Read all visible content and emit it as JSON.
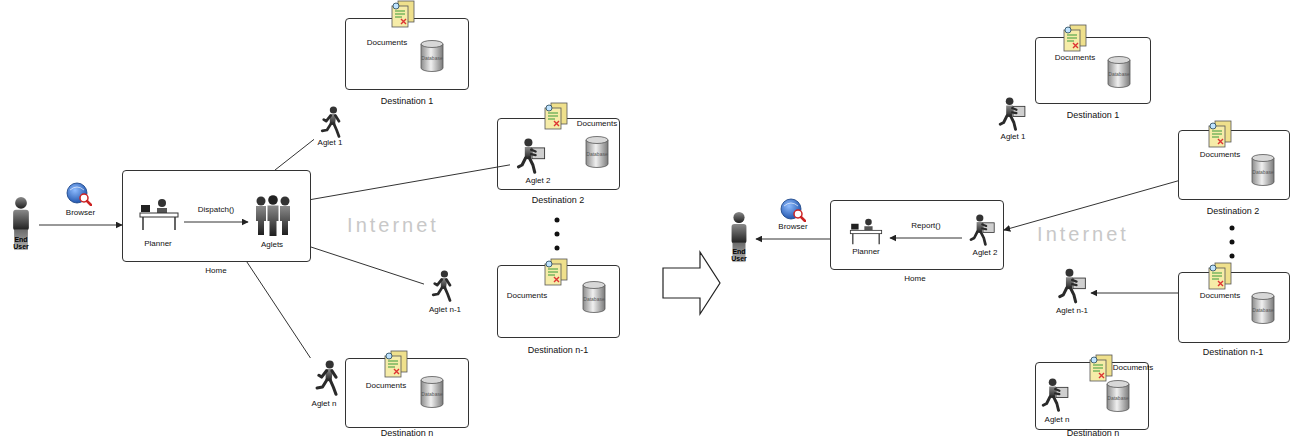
{
  "diagram": {
    "nodes": [
      {
        "text": [
          "End User"
        ]
      },
      {
        "text": [
          "Home"
        ]
      },
      {
        "text": [
          "Planner"
        ],
        "in": 1
      },
      {
        "text": [
          "Aglets"
        ],
        "in": 1
      },
      {
        "text": [
          "Aglet 1"
        ]
      },
      {
        "text": [
          "Documents",
          "Database",
          "Destination 1"
        ]
      },
      {
        "text": [
          "Documents",
          "Database",
          "Destination 2"
        ]
      },
      {
        "text": [
          "Aglet 2"
        ],
        "in": 6
      },
      {
        "text": [
          "Documents",
          "Database",
          "Destination n-1"
        ]
      },
      {
        "text": [
          "Aglet n-1"
        ]
      },
      {
        "text": [
          "Aglet n"
        ]
      },
      {
        "text": [
          "Documents",
          "Database",
          "Destination n"
        ]
      },
      {
        "text": [
          "End User"
        ]
      },
      {
        "text": [
          "Home"
        ]
      },
      {
        "text": [
          "Planner"
        ],
        "in": 13
      },
      {
        "text": [
          "Aglet 2"
        ],
        "in": 13
      },
      {
        "text": [
          "Aglet 1"
        ]
      },
      {
        "text": [
          "Documents",
          "Database",
          "Destination 1"
        ]
      },
      {
        "text": [
          "Documents",
          "Database",
          "Destination 2"
        ]
      },
      {
        "text": [
          "Documents",
          "Database",
          "Destination n-1"
        ]
      },
      {
        "text": [
          "Aglet n-1"
        ]
      },
      {
        "text": [
          "Documents",
          "Database",
          "Destination n"
        ]
      },
      {
        "text": [
          "Aglet n"
        ],
        "in": 21
      }
    ],
    "edges": [
      {
        "from": 0,
        "to": 1,
        "arrow": "to",
        "label": "Browser"
      },
      {
        "from": 2,
        "to": 3,
        "arrow": "to",
        "label": "Dispatch()"
      },
      {
        "from": 1,
        "to": 4,
        "arrow": "none"
      },
      {
        "from": 1,
        "to": 7,
        "arrow": "none"
      },
      {
        "from": 1,
        "to": 9,
        "arrow": "none"
      },
      {
        "from": 1,
        "to": 10,
        "arrow": "none"
      },
      {
        "from": 13,
        "to": 12,
        "arrow": "to",
        "label": "Browser"
      },
      {
        "from": 15,
        "to": 14,
        "arrow": "to",
        "label": "Report()"
      },
      {
        "from": 18,
        "to": 15,
        "arrow": "to"
      },
      {
        "from": 19,
        "to": 20,
        "arrow": "to"
      }
    ],
    "labels": [
      "Internet",
      "Internet"
    ]
  }
}
